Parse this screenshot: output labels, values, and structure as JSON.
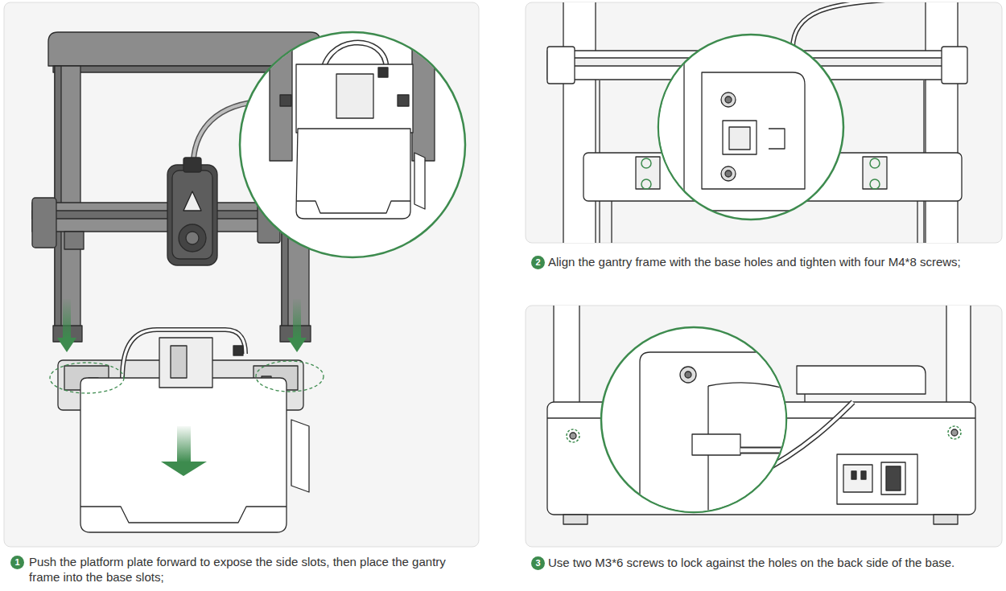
{
  "diagram": {
    "labels": [
      "1",
      "Push the platform plate forward to expose the side slots, then place the gantry frame into the base slots;",
      "2",
      "Align the gantry frame with the base holes and tighten with four M4*8 screws;",
      "3",
      "Use two M3*6 screws to lock against the holes on the back side of the base."
    ]
  }
}
